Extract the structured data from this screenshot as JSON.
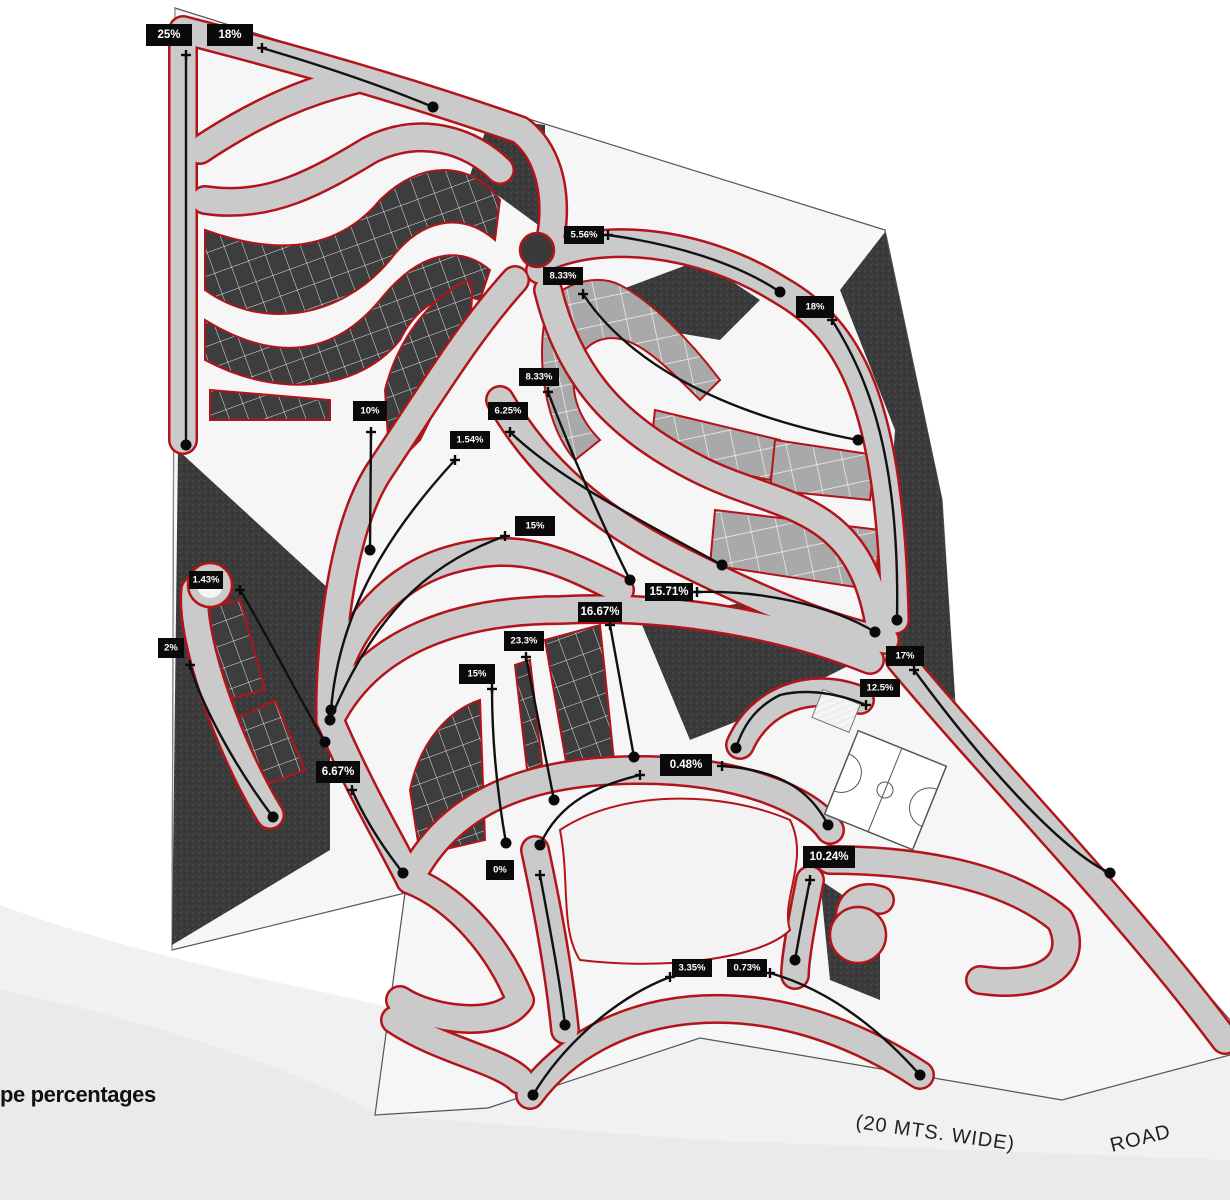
{
  "caption": "pe percentages",
  "road_labels": [
    "(20 MTS. WIDE)",
    "ROAD"
  ],
  "colors": {
    "road_fill": "#c8c8c8",
    "road_outline": "#b3141a",
    "dark_lot": "#3c3c3c",
    "light_lot": "#a8a8a8",
    "label_bg": "#0a0a0a",
    "label_text": "#ffffff"
  },
  "slopes": [
    {
      "value": "25%"
    },
    {
      "value": "18%"
    },
    {
      "value": "5.56%"
    },
    {
      "value": "8.33%"
    },
    {
      "value": "18%"
    },
    {
      "value": "10%"
    },
    {
      "value": "8.33%"
    },
    {
      "value": "6.25%"
    },
    {
      "value": "1.54%"
    },
    {
      "value": "15%"
    },
    {
      "value": "15.71%"
    },
    {
      "value": "1.43%"
    },
    {
      "value": "2%"
    },
    {
      "value": "16.67%"
    },
    {
      "value": "23.3%"
    },
    {
      "value": "15%"
    },
    {
      "value": "17%"
    },
    {
      "value": "12.5%"
    },
    {
      "value": "0.48%"
    },
    {
      "value": "6.67%"
    },
    {
      "value": "10.24%"
    },
    {
      "value": "0%"
    },
    {
      "value": "3.35%"
    },
    {
      "value": "0.73%"
    }
  ]
}
